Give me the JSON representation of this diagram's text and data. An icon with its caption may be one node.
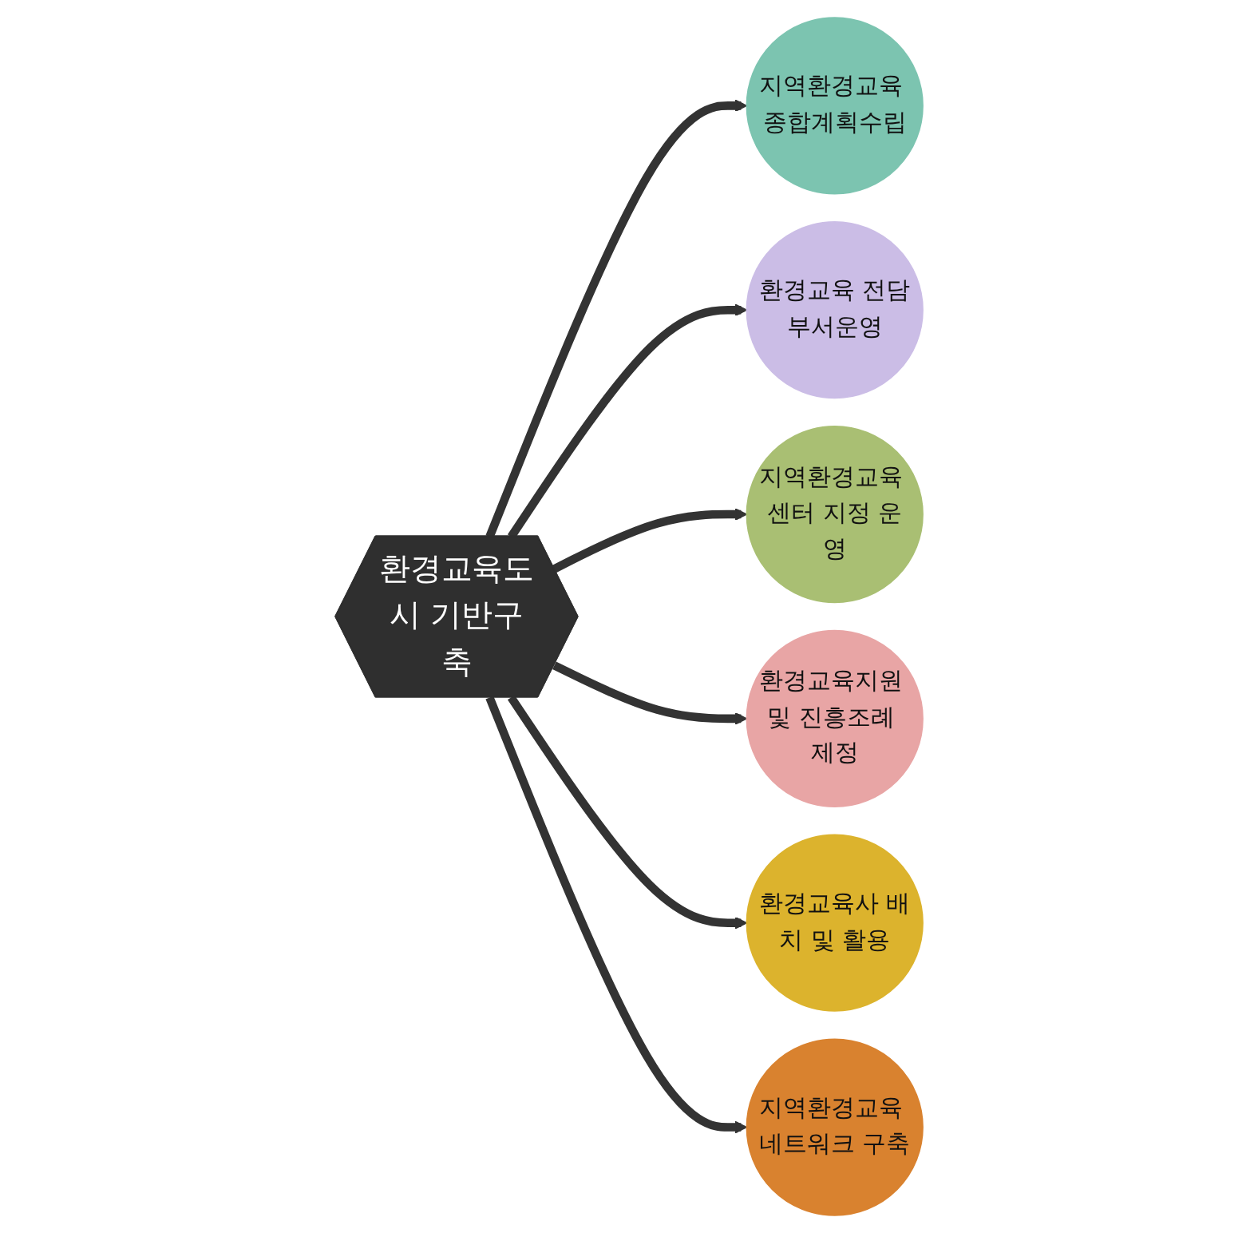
{
  "diagram": {
    "nodes": [
      {
        "text": [
          "환경교육도시 기반구축"
        ]
      },
      {
        "text": [
          "지역환경교육 종합계획수립"
        ]
      },
      {
        "text": [
          "환경교육 전담부서운영"
        ]
      },
      {
        "text": [
          "지역환경교육 센터 지정 운영"
        ]
      },
      {
        "text": [
          "환경교육지원 및 진흥조례 제정"
        ]
      },
      {
        "text": [
          "환경교육사 배치 및 활용"
        ]
      },
      {
        "text": [
          "지역환경교육 네트워크 구축"
        ]
      }
    ],
    "edges": [
      {
        "from": 0,
        "to": 1,
        "arrow": "to"
      },
      {
        "from": 0,
        "to": 2,
        "arrow": "to"
      },
      {
        "from": 0,
        "to": 3,
        "arrow": "to"
      },
      {
        "from": 0,
        "to": 4,
        "arrow": "to"
      },
      {
        "from": 0,
        "to": 5,
        "arrow": "to"
      },
      {
        "from": 0,
        "to": 6,
        "arrow": "to"
      }
    ]
  }
}
